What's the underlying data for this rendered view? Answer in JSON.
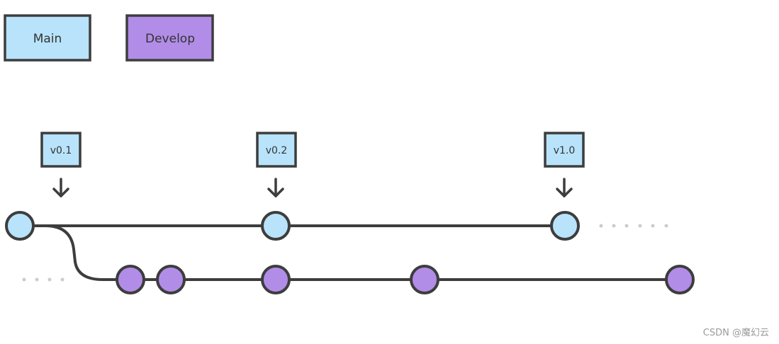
{
  "legend": {
    "main": {
      "label": "Main",
      "color": "#b8e3fb"
    },
    "develop": {
      "label": "Develop",
      "color": "#b18de8"
    }
  },
  "tags": [
    {
      "label": "v0.1"
    },
    {
      "label": "v0.2"
    },
    {
      "label": "v1.0"
    }
  ],
  "branches": {
    "main": {
      "commit_count": 3
    },
    "develop": {
      "commit_count": 5
    }
  },
  "colors": {
    "stroke": "#3d3d3d",
    "main_fill": "#b8e3fb",
    "develop_fill": "#b18de8",
    "dots": "#cccccc"
  },
  "watermark": "CSDN @魔幻云"
}
